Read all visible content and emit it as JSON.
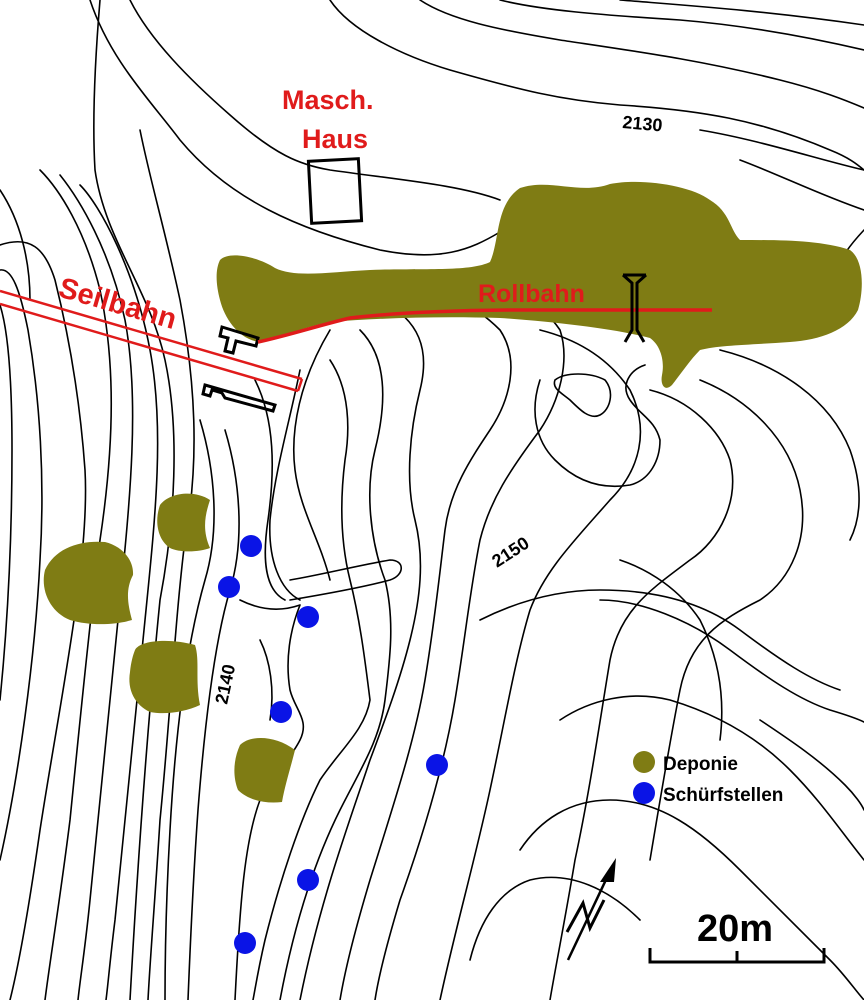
{
  "labels": {
    "masch_haus_line1": "Masch.",
    "masch_haus_line2": "Haus",
    "seilbahn": "Seilbahn",
    "rollbahn": "Rollbahn",
    "elev_2130": "2130",
    "elev_2140": "2140",
    "elev_2150": "2150"
  },
  "legend": {
    "items": [
      {
        "label": "Deponie",
        "color": "#7f7c14",
        "symbol": "deponie"
      },
      {
        "label": "Schürfstellen",
        "color": "#0a14e6",
        "symbol": "schurfstelle"
      }
    ]
  },
  "scale_bar": {
    "label": "20m"
  },
  "north_arrow": {
    "label": "N",
    "icon": "north-arrow-icon"
  },
  "colors": {
    "deponie": "#7f7c14",
    "schurfstellen": "#0a14e6",
    "feature_red": "#e01b1b",
    "contour": "#000000"
  }
}
